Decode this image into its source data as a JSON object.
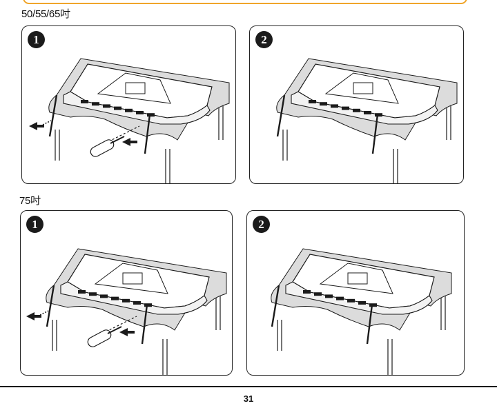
{
  "sections": [
    {
      "label": "50/55/65吋",
      "panels": [
        {
          "step": "1",
          "illustration": "attach-stands-with-screwdriver"
        },
        {
          "step": "2",
          "illustration": "stands-attached"
        }
      ]
    },
    {
      "label": "75吋",
      "panels": [
        {
          "step": "1",
          "illustration": "attach-stands-with-screwdriver"
        },
        {
          "step": "2",
          "illustration": "stands-attached"
        }
      ]
    }
  ],
  "footer": {
    "page_number": "31"
  },
  "colors": {
    "accent_rule": "#f0a52a",
    "ink": "#1b1b1b",
    "table_shade": "#dcdcdc",
    "screen_face": "#ffffff"
  }
}
